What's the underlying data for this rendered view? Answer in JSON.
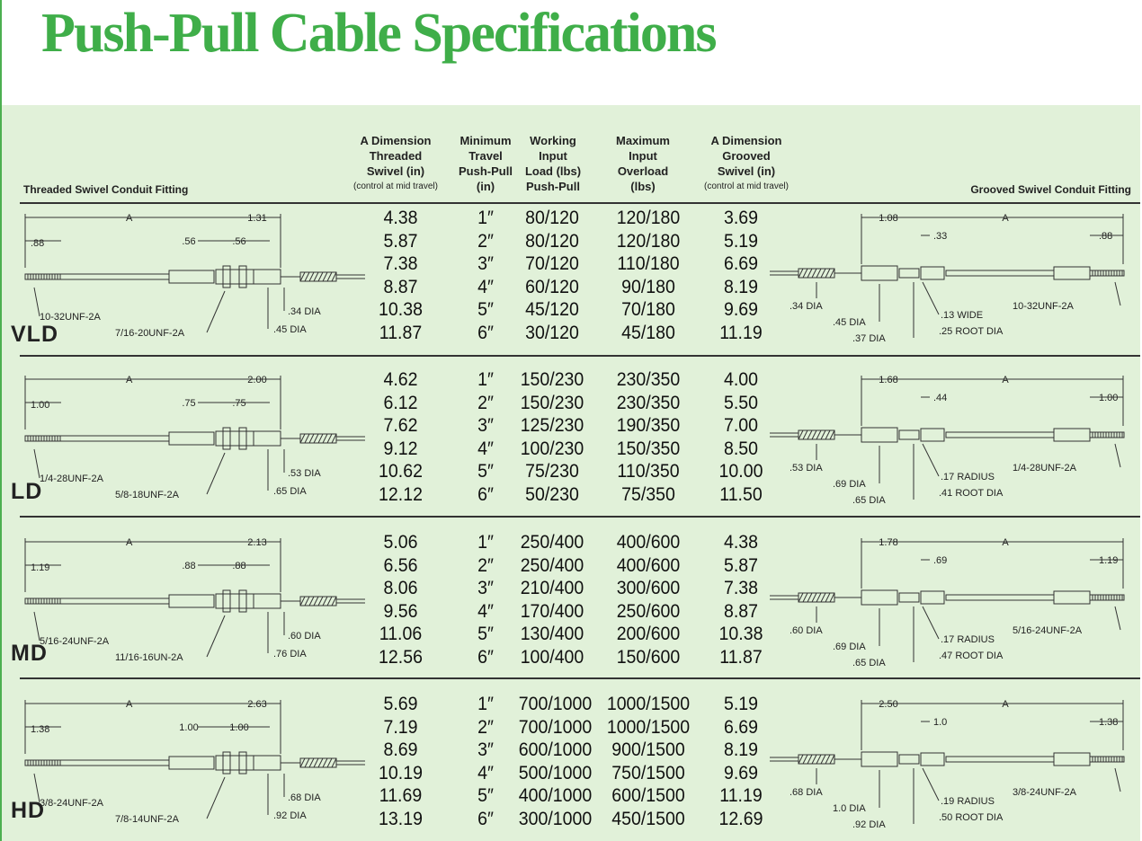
{
  "title": "Push-Pull Cable Specifications",
  "column_headers": [
    {
      "lines": [
        "A Dimension",
        "Threaded",
        "Swivel (in)"
      ],
      "note": "(control at mid travel)"
    },
    {
      "lines": [
        "Minimum",
        "Travel",
        "Push-Pull",
        "(in)"
      ],
      "note": ""
    },
    {
      "lines": [
        "Working",
        "Input",
        "Load (lbs)",
        "Push-Pull"
      ],
      "note": ""
    },
    {
      "lines": [
        "Maximum",
        "Input",
        "Overload",
        "(lbs)"
      ],
      "note": ""
    },
    {
      "lines": [
        "A Dimension",
        "Grooved",
        "Swivel (in)"
      ],
      "note": "(control at mid travel)"
    }
  ],
  "left_fitting_label": "Threaded Swivel Conduit Fitting",
  "right_fitting_label": "Grooved Swivel Conduit Fitting",
  "sections": [
    {
      "name": "VLD",
      "rows": [
        [
          "4.38",
          "1″",
          "80/120",
          "120/180",
          "3.69"
        ],
        [
          "5.87",
          "2″",
          "80/120",
          "120/180",
          "5.19"
        ],
        [
          "7.38",
          "3″",
          "70/120",
          "110/180",
          "6.69"
        ],
        [
          "8.87",
          "4″",
          "60/120",
          "90/180",
          "8.19"
        ],
        [
          "10.38",
          "5″",
          "45/120",
          "70/180",
          "9.69"
        ],
        [
          "11.87",
          "6″",
          "30/120",
          "45/180",
          "11.19"
        ]
      ],
      "left_diagram": {
        "a": "A",
        "d1": "1.31",
        "d2": ".88",
        "d3": ".56",
        "d4": ".56",
        "thread_rod": "10-32UNF-2A",
        "thread_body": "7/16-20UNF-2A",
        "dia1": ".34 DIA",
        "dia2": ".45 DIA"
      },
      "right_diagram": {
        "a": "A",
        "d1": "1.08",
        "d2": ".33",
        "d3": ".88",
        "dia1": ".34 DIA",
        "dia2": ".45 DIA",
        "dia3": ".37 DIA",
        "groove": ".13 WIDE",
        "root": ".25 ROOT DIA",
        "thread": "10-32UNF-2A"
      }
    },
    {
      "name": "LD",
      "rows": [
        [
          "4.62",
          "1″",
          "150/230",
          "230/350",
          "4.00"
        ],
        [
          "6.12",
          "2″",
          "150/230",
          "230/350",
          "5.50"
        ],
        [
          "7.62",
          "3″",
          "125/230",
          "190/350",
          "7.00"
        ],
        [
          "9.12",
          "4″",
          "100/230",
          "150/350",
          "8.50"
        ],
        [
          "10.62",
          "5″",
          "75/230",
          "110/350",
          "10.00"
        ],
        [
          "12.12",
          "6″",
          "50/230",
          "75/350",
          "11.50"
        ]
      ],
      "left_diagram": {
        "a": "A",
        "d1": "2.00",
        "d2": "1.00",
        "d3": ".75",
        "d4": ".75",
        "thread_rod": "1/4-28UNF-2A",
        "thread_body": "5/8-18UNF-2A",
        "dia1": ".53 DIA",
        "dia2": ".65 DIA"
      },
      "right_diagram": {
        "a": "A",
        "d1": "1.68",
        "d2": ".44",
        "d3": "1.00",
        "dia1": ".53 DIA",
        "dia2": ".69 DIA",
        "dia3": ".65 DIA",
        "groove": ".17 RADIUS",
        "root": ".41 ROOT DIA",
        "thread": "1/4-28UNF-2A"
      }
    },
    {
      "name": "MD",
      "rows": [
        [
          "5.06",
          "1″",
          "250/400",
          "400/600",
          "4.38"
        ],
        [
          "6.56",
          "2″",
          "250/400",
          "400/600",
          "5.87"
        ],
        [
          "8.06",
          "3″",
          "210/400",
          "300/600",
          "7.38"
        ],
        [
          "9.56",
          "4″",
          "170/400",
          "250/600",
          "8.87"
        ],
        [
          "11.06",
          "5″",
          "130/400",
          "200/600",
          "10.38"
        ],
        [
          "12.56",
          "6″",
          "100/400",
          "150/600",
          "11.87"
        ]
      ],
      "left_diagram": {
        "a": "A",
        "d1": "2.13",
        "d2": "1.19",
        "d3": ".88",
        "d4": ".88",
        "thread_rod": "5/16-24UNF-2A",
        "thread_body": "11/16-16UN-2A",
        "dia1": ".60 DIA",
        "dia2": ".76 DIA"
      },
      "right_diagram": {
        "a": "A",
        "d1": "1.78",
        "d2": ".69",
        "d3": "1.19",
        "dia1": ".60 DIA",
        "dia2": ".69 DIA",
        "dia3": ".65 DIA",
        "groove": ".17 RADIUS",
        "root": ".47 ROOT DIA",
        "thread": "5/16-24UNF-2A"
      }
    },
    {
      "name": "HD",
      "rows": [
        [
          "5.69",
          "1″",
          "700/1000",
          "1000/1500",
          "5.19"
        ],
        [
          "7.19",
          "2″",
          "700/1000",
          "1000/1500",
          "6.69"
        ],
        [
          "8.69",
          "3″",
          "600/1000",
          "900/1500",
          "8.19"
        ],
        [
          "10.19",
          "4″",
          "500/1000",
          "750/1500",
          "9.69"
        ],
        [
          "11.69",
          "5″",
          "400/1000",
          "600/1500",
          "11.19"
        ],
        [
          "13.19",
          "6″",
          "300/1000",
          "450/1500",
          "12.69"
        ]
      ],
      "left_diagram": {
        "a": "A",
        "d1": "2.63",
        "d2": "1.38",
        "d3": "1.00",
        "d4": "1.00",
        "thread_rod": "3/8-24UNF-2A",
        "thread_body": "7/8-14UNF-2A",
        "dia1": ".68 DIA",
        "dia2": ".92 DIA"
      },
      "right_diagram": {
        "a": "A",
        "d1": "2.50",
        "d2": "1.0",
        "d3": "1.38",
        "dia1": ".68 DIA",
        "dia2": "1.0 DIA",
        "dia3": ".92 DIA",
        "groove": ".19 RADIUS",
        "root": ".50 ROOT DIA",
        "thread": "3/8-24UNF-2A"
      }
    }
  ]
}
